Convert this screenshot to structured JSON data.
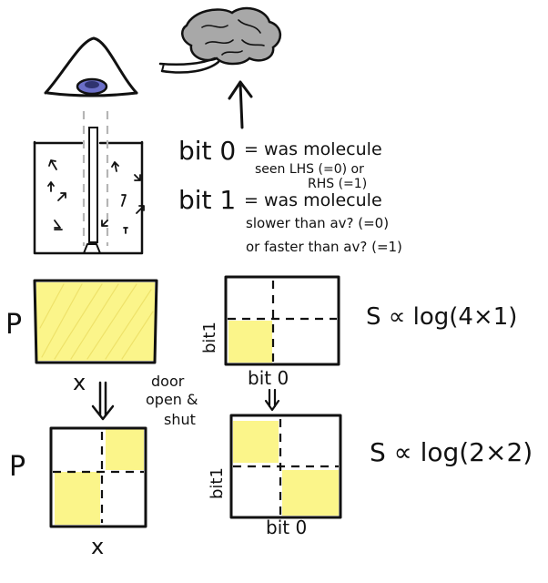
{
  "colors": {
    "ink": "#111111",
    "highlight": "#fbf58a",
    "eye_pupil": "#6b6fc8",
    "brain": "#a8a8a8",
    "partition": "#b5b5b5"
  },
  "icons": [
    "eye-icon",
    "brain-icon",
    "up-arrow-icon",
    "down-arrow-icon"
  ],
  "bit_definitions": {
    "bit0_label": "bit 0",
    "bit0_line1": "= was molecule",
    "bit0_line2": "seen LHS (=0) or",
    "bit0_line3": "RHS (=1)",
    "bit1_label": "bit 1",
    "bit1_line1": "= was molecule",
    "bit1_line2": "slower than av? (=0)",
    "bit1_line3": "or faster than av? (=1)"
  },
  "top_row": {
    "p_label": "P",
    "x_label": "x",
    "bit1_axis": "bit1",
    "bit0_axis": "bit 0",
    "entropy": "S ∝ log(4×1)"
  },
  "annotation": {
    "line1": "door",
    "line2": "open &",
    "line3": "shut"
  },
  "bottom_row": {
    "p_label": "P",
    "x_label": "x",
    "bit1_axis": "bit1",
    "bit0_axis": "bit 0",
    "entropy": "S ∝ log(2×2)"
  }
}
